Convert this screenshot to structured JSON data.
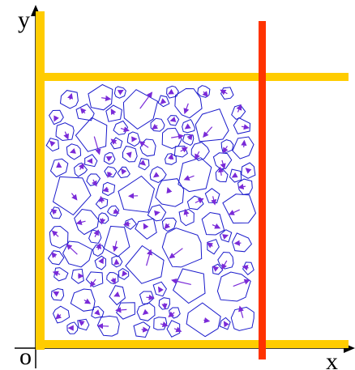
{
  "axes": {
    "x_label": "x",
    "y_label": "y",
    "origin_label": "o"
  },
  "colors": {
    "wall": "#ffcc00",
    "piston": "#ff3300",
    "grain_outline": "#1a1acc",
    "velocity_vector": "#7a2ad8",
    "axis": "#000000",
    "background": "#ffffff"
  },
  "diagram": {
    "description_marks": [
      "granular-packing",
      "left-wall",
      "bottom-wall",
      "top-wall",
      "moving-wall"
    ]
  }
}
